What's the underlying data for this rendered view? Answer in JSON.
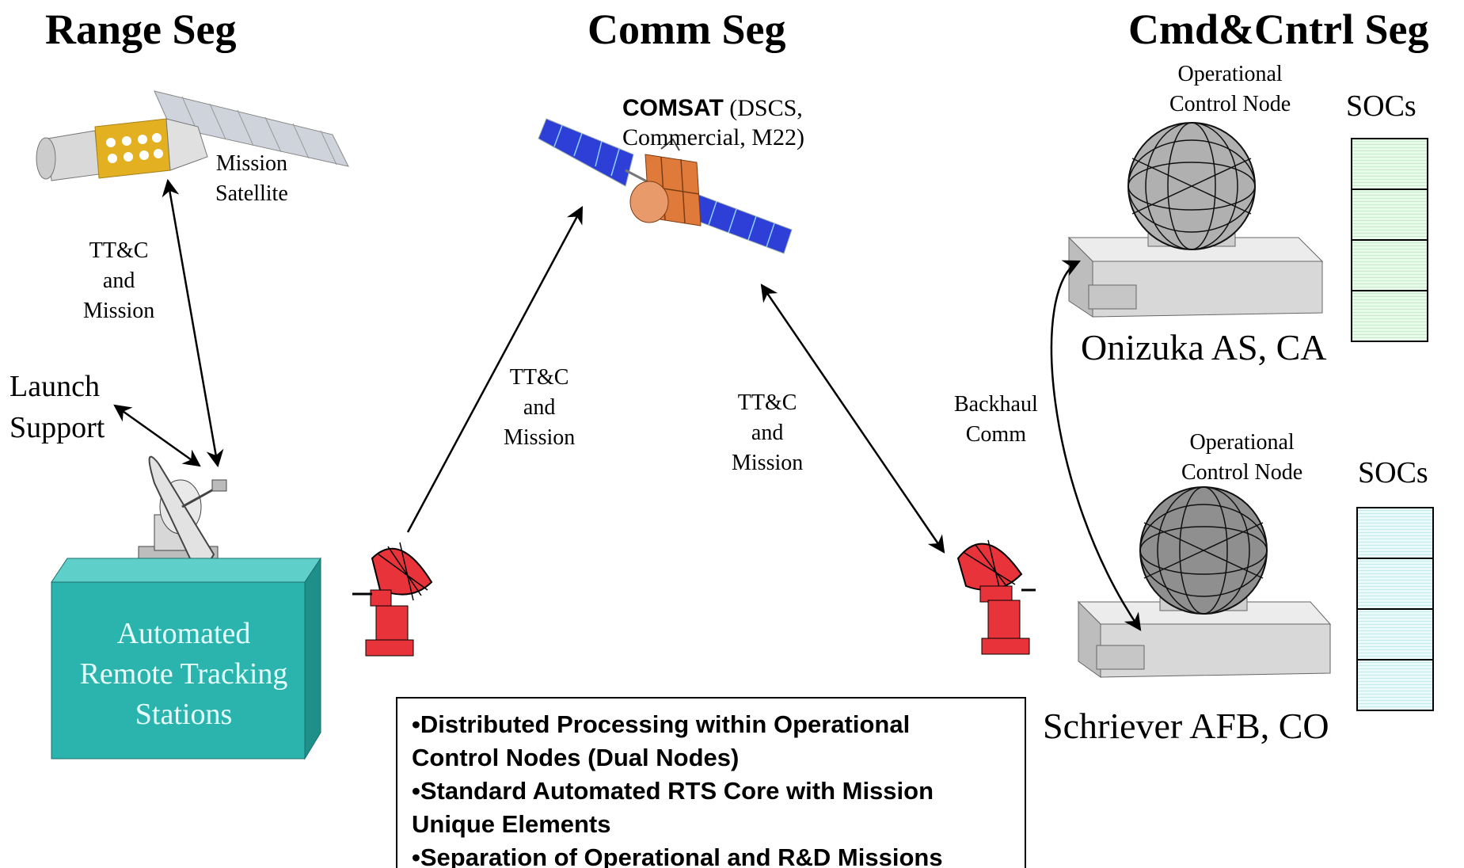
{
  "segments": {
    "range": "Range Seg",
    "comm": "Comm Seg",
    "cmd": "Cmd&Cntrl Seg"
  },
  "range_segment": {
    "mission_satellite": [
      "Mission",
      "Satellite"
    ],
    "ttc_label": [
      "TT&C",
      "and",
      "Mission"
    ],
    "launch_support": [
      "Launch",
      "Support"
    ],
    "station_box": [
      "Automated",
      "Remote Tracking",
      "Stations"
    ]
  },
  "comm_segment": {
    "comsat_name": "COMSAT",
    "comsat_detail_1": " (DSCS,",
    "comsat_detail_2": "Commercial, M22)",
    "uplink_label": [
      "TT&C",
      "and",
      "Mission"
    ],
    "downlink_label": [
      "TT&C",
      "and",
      "Mission"
    ]
  },
  "cmd_segment": {
    "backhaul": [
      "Backhaul",
      "Comm"
    ],
    "node_label_top": [
      "Operational",
      "Control Node"
    ],
    "node_label_bottom": [
      "Operational",
      "Control Node"
    ],
    "socs_top": "SOCs",
    "socs_bottom": "SOCs",
    "site_top": "Onizuka AS, CA",
    "site_bottom": "Schriever AFB, CO"
  },
  "notes": [
    "•Distributed Processing within Operational",
    "Control Nodes (Dual Nodes)",
    "•Standard Automated RTS Core with Mission",
    "Unique Elements",
    "•Separation of Operational and R&D Missions"
  ],
  "colors": {
    "station_box": "#2bb3ad",
    "station_box_side": "#1f8f8a",
    "station_box_top": "#5fd0c9",
    "antenna_red": "#e8333a",
    "solar_panel": "#2d3fd6",
    "satellite_body": "#e07a3a",
    "mission_sat_gold": "#e3b021"
  }
}
